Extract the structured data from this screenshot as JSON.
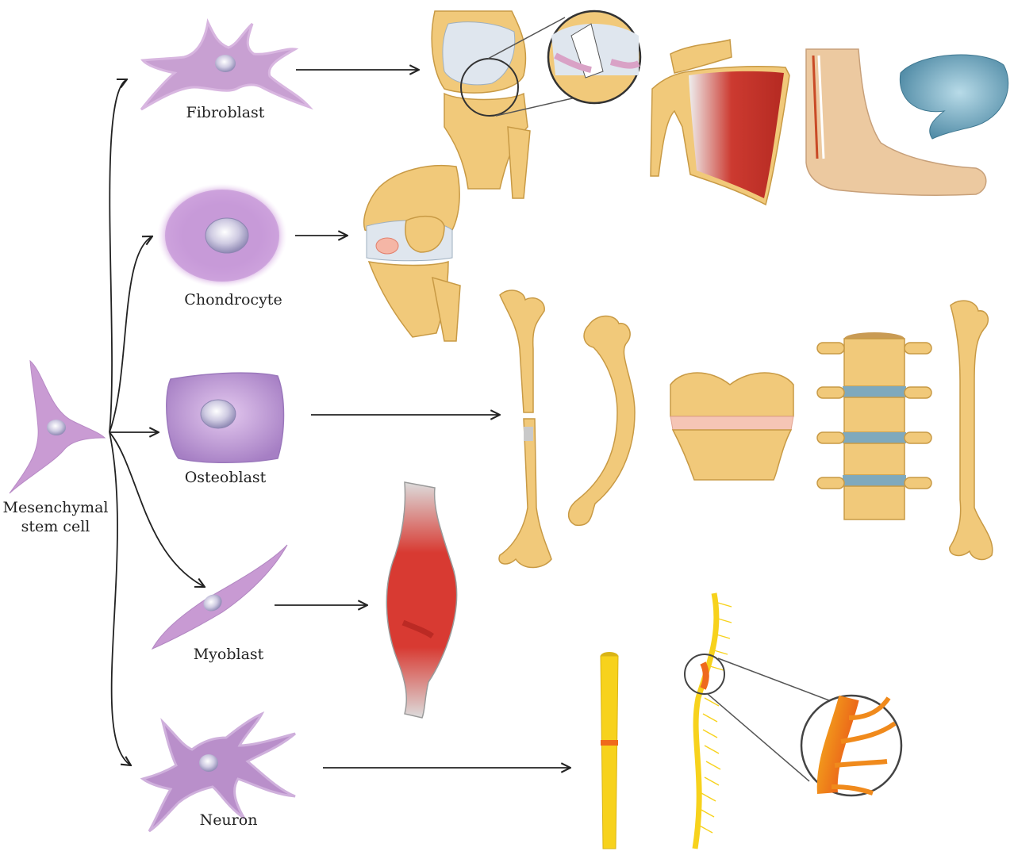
{
  "labels": {
    "stem_cell_line1": "Mesenchymal",
    "stem_cell_line2": "stem cell",
    "fibroblast": "Fibroblast",
    "chondrocyte": "Chondrocyte",
    "osteoblast": "Osteoblast",
    "myoblast": "Myoblast",
    "neuron": "Neuron"
  },
  "colors": {
    "cell_fill": "#c99bd3",
    "cell_dark": "#a777bd",
    "nucleus": "#c9c6dc",
    "bone": "#f1c97a",
    "bone_edge": "#c89a45",
    "cartilage": "#dfe6ee",
    "muscle": "#d8352e",
    "nerve": "#f7d21c",
    "nerve_hot": "#ef6a1c",
    "arrow": "#222222",
    "skin": "#ecc9a0",
    "disc": "#7fa9bd"
  },
  "icons": [
    "mesenchymal-stem-cell-icon",
    "fibroblast-cell-icon",
    "chondrocyte-cell-icon",
    "osteoblast-cell-icon",
    "myoblast-cell-icon",
    "neuron-cell-icon",
    "knee-ligament-icon",
    "shoulder-muscle-icon",
    "foot-tendon-icon",
    "disc-icon",
    "knee-cartilage-icon",
    "fractured-femur-icon",
    "curved-bone-icon",
    "growth-plate-icon",
    "spine-icon",
    "long-bone-icon",
    "muscle-icon",
    "nerve-icon",
    "spinal-nerve-icon"
  ]
}
